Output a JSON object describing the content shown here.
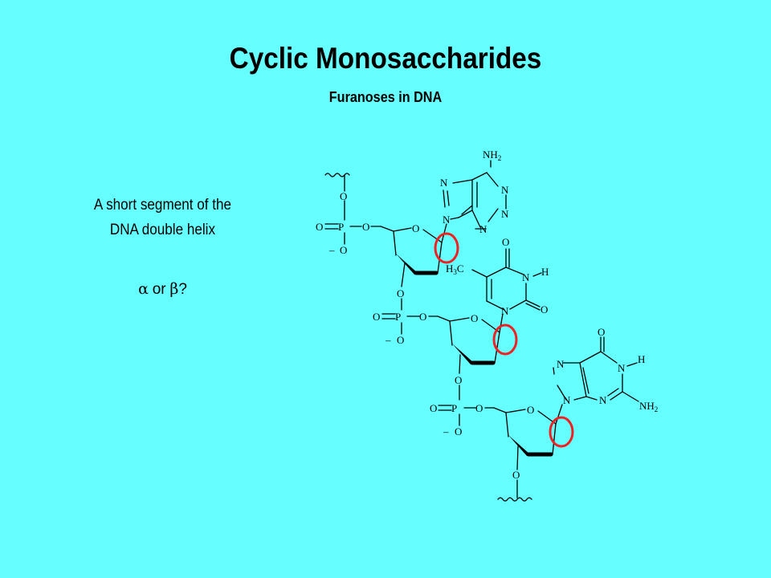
{
  "title": "Cyclic Monosaccharides",
  "subtitle": "Furanoses in DNA",
  "caption": {
    "line1": "A short segment of the",
    "line2": "DNA double helix"
  },
  "question": {
    "alpha": "α",
    "or": "or",
    "beta": "β",
    "mark": "?"
  },
  "atoms": {
    "O": "O",
    "P": "P",
    "N": "N",
    "H": "H",
    "NH2": "NH",
    "H3C": "H",
    "minus": "–"
  },
  "colors": {
    "background": "#66ffff",
    "highlight": "#ee2222"
  }
}
